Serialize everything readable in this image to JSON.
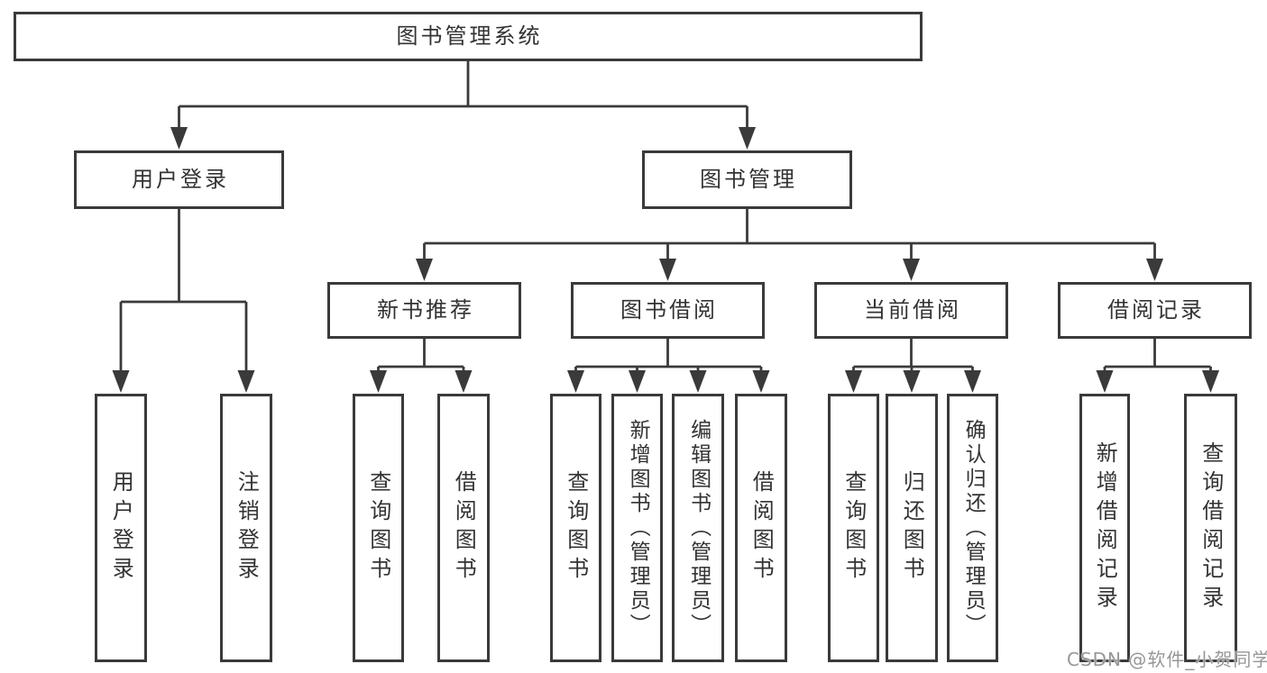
{
  "diagram": {
    "title": "图书管理系统",
    "user_branch": {
      "label": "用户登录",
      "children": [
        "用户登录",
        "注销登录"
      ]
    },
    "book_branch": {
      "label": "图书管理",
      "modules": [
        {
          "label": "新书推荐",
          "children": [
            "查询图书",
            "借阅图书"
          ]
        },
        {
          "label": "图书借阅",
          "children": [
            "查询图书",
            "新增图书（管理员）",
            "编辑图书（管理员）",
            "借阅图书"
          ]
        },
        {
          "label": "当前借阅",
          "children": [
            "查询图书",
            "归还图书",
            "确认归还（管理员）"
          ]
        },
        {
          "label": "借阅记录",
          "children": [
            "新增借阅记录",
            "查询借阅记录"
          ]
        }
      ]
    },
    "watermark": "CSDN @软件_小贺同学",
    "colors": {
      "line": "#3a3a3a",
      "box_border": "#3a3a3a",
      "box_bg": "#ffffff",
      "text": "#333333",
      "watermark": "#979797"
    }
  }
}
